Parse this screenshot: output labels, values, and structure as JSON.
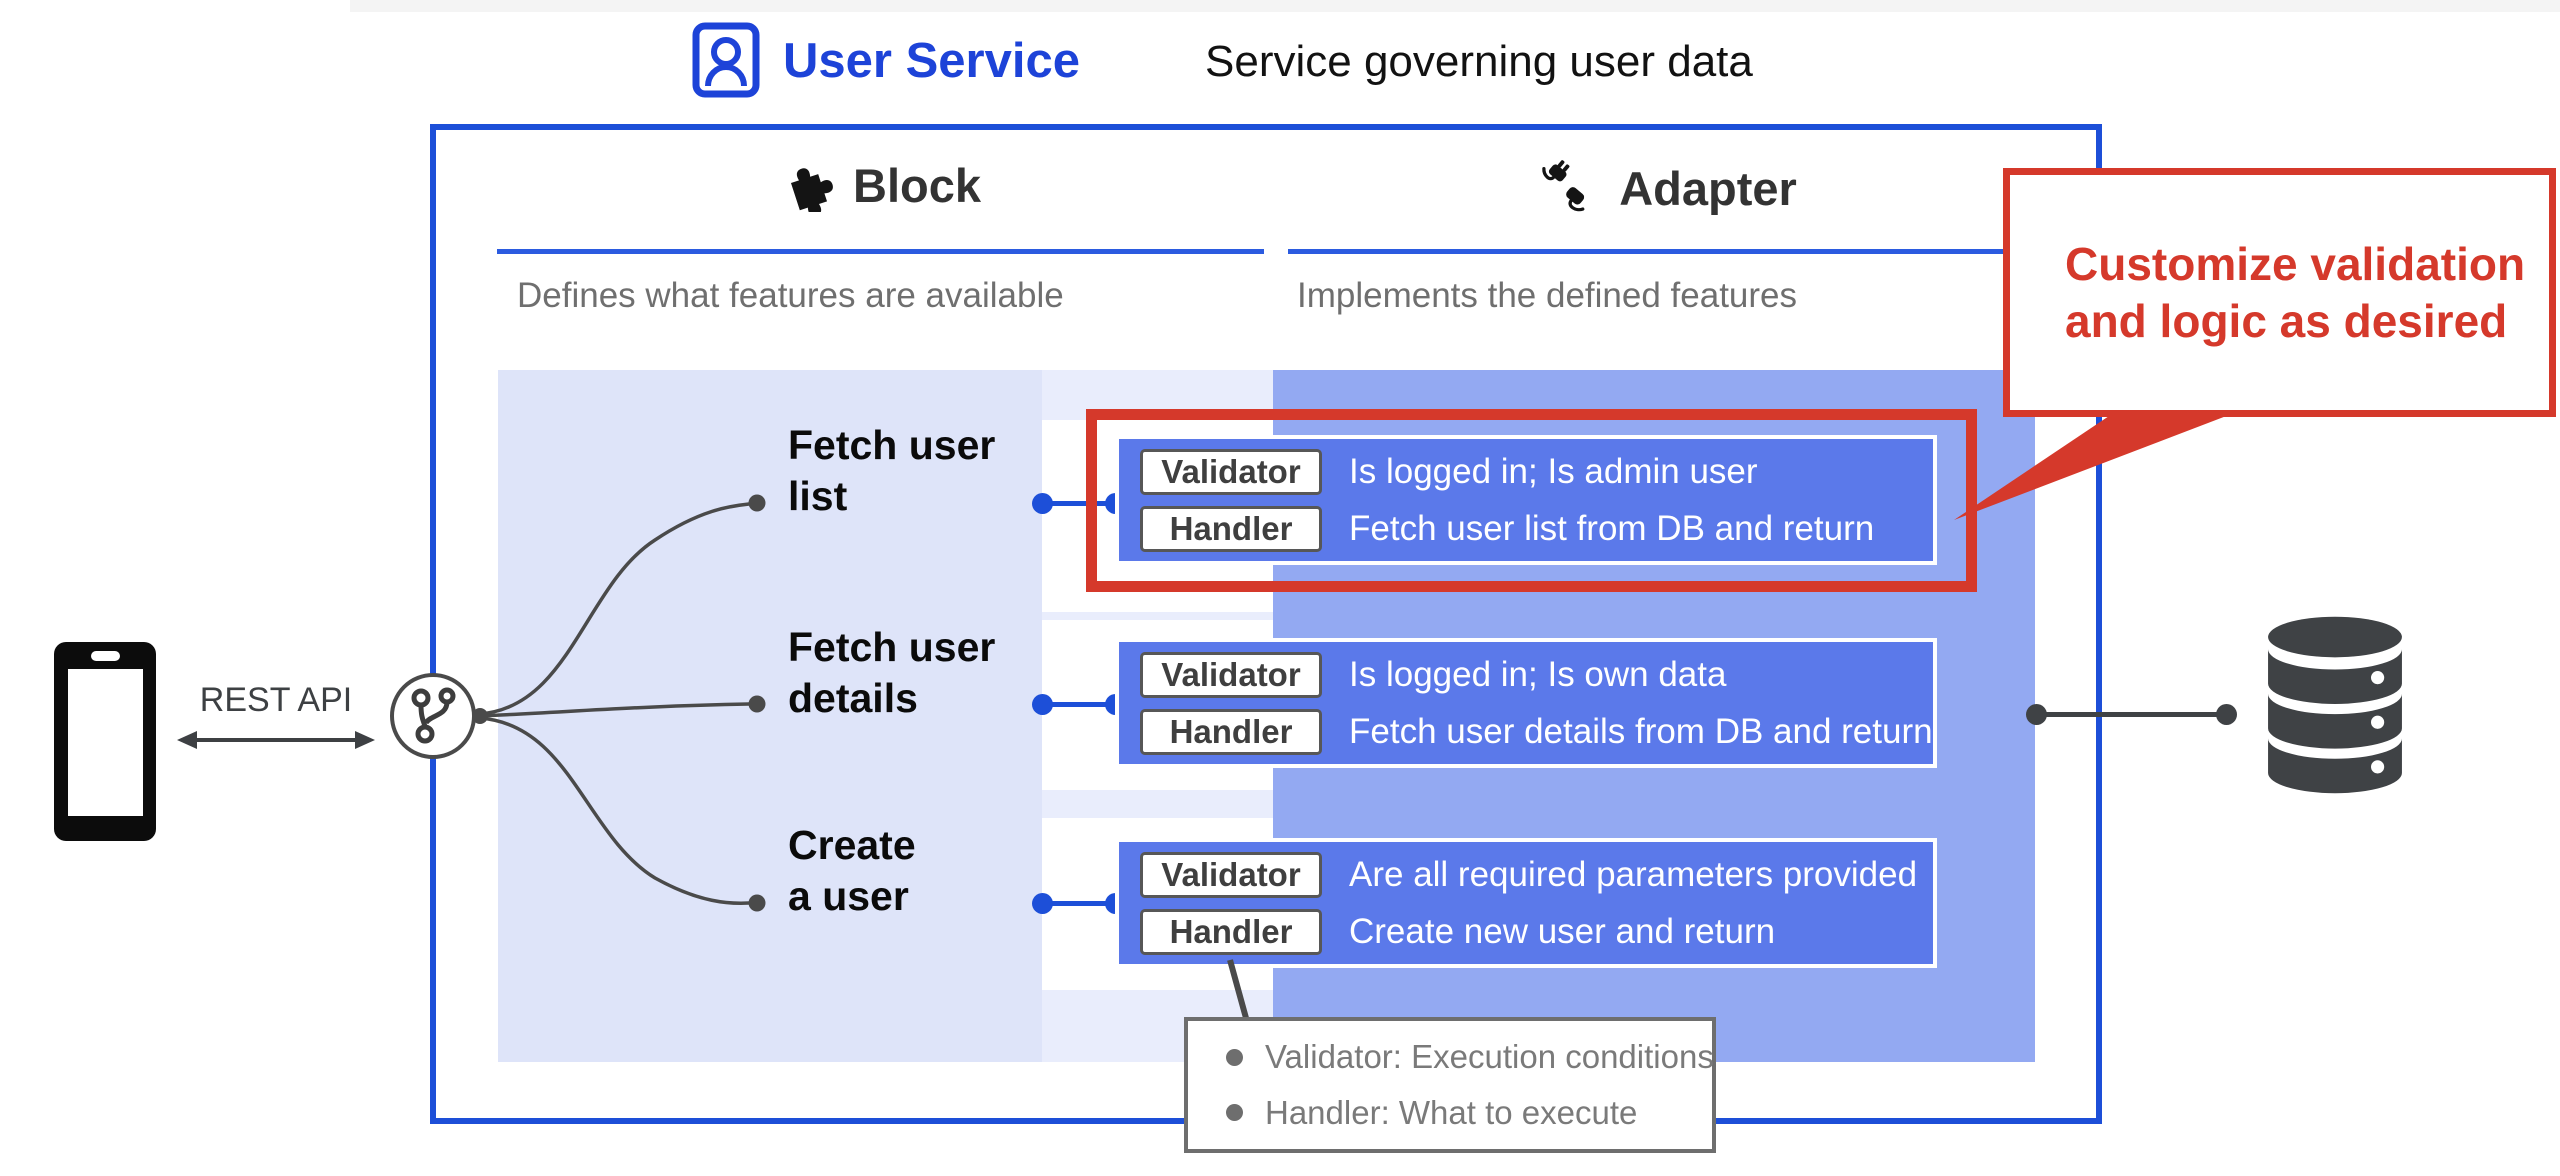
{
  "header": {
    "service_name": "User Service",
    "service_description": "Service governing user data"
  },
  "columns": {
    "block": {
      "title": "Block",
      "subtitle": "Defines what features are available"
    },
    "adapter": {
      "title": "Adapter",
      "subtitle": "Implements the defined features"
    }
  },
  "client": {
    "api_label": "REST API"
  },
  "features": [
    {
      "name_line1": "Fetch user",
      "name_line2": "list",
      "validator_label": "Validator",
      "validator_text": "Is logged in; Is admin user",
      "handler_label": "Handler",
      "handler_text": "Fetch user list from DB and return"
    },
    {
      "name_line1": "Fetch user",
      "name_line2": "details",
      "validator_label": "Validator",
      "validator_text": "Is logged in; Is own data",
      "handler_label": "Handler",
      "handler_text": "Fetch user details from DB and return"
    },
    {
      "name_line1": "Create",
      "name_line2": "a user",
      "validator_label": "Validator",
      "validator_text": "Are all required parameters provided",
      "handler_label": "Handler",
      "handler_text": "Create new user and return"
    }
  ],
  "callout": {
    "line1": "Customize validation",
    "line2": "and logic as desired"
  },
  "legend": {
    "items": [
      "Validator: Execution conditions",
      "Handler: What to execute"
    ]
  },
  "icons": {
    "title": "user-badge-icon",
    "block": "puzzle-icon",
    "adapter": "plug-icon",
    "client": "smartphone-icon",
    "gateway": "branch-icon",
    "storage": "database-icon"
  },
  "colors": {
    "accent_blue": "#1d4fd8",
    "panel_lavender": "#dee4f9",
    "panel_lavender_light": "#e9edfc",
    "panel_adapter": "#93a9f2",
    "card_blue": "#5b79ea",
    "alert_red": "#d5392b",
    "text_dark": "#333333",
    "text_gray": "#6f6f6f"
  }
}
